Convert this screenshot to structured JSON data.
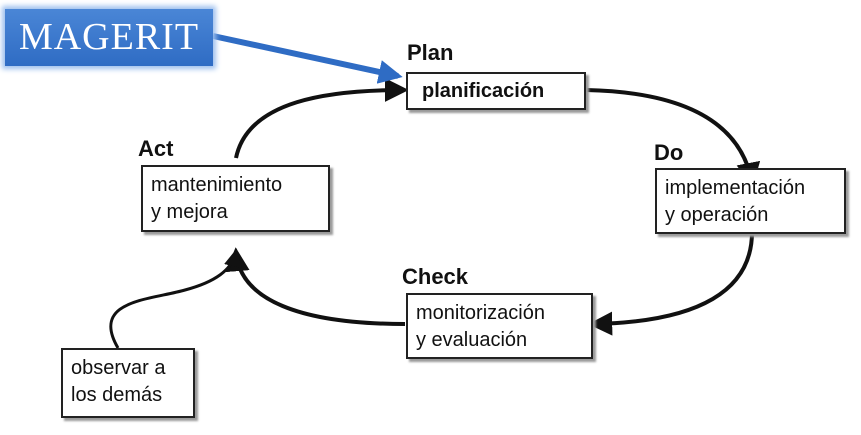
{
  "badge": {
    "text": "MAGERIT"
  },
  "phases": {
    "plan": {
      "title": "Plan",
      "line1": "planificación"
    },
    "do": {
      "title": "Do",
      "line1": "implementación",
      "line2": "y operación"
    },
    "check": {
      "title": "Check",
      "line1": "monitorización",
      "line2": "y evaluación"
    },
    "act": {
      "title": "Act",
      "line1": "mantenimiento",
      "line2": "y mejora"
    }
  },
  "external": {
    "line1": "observar a",
    "line2": "los demás"
  },
  "colors": {
    "badge_bg": "#3a78cf",
    "badge_arrow": "#2f6cc4",
    "cycle_arrow": "#111111"
  }
}
